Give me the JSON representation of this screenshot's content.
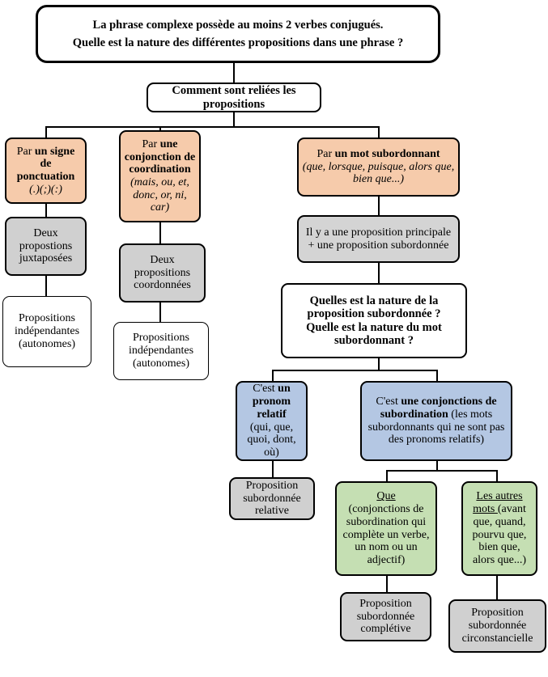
{
  "diagram": {
    "title_line1": "La phrase complexe possède au moins 2 verbes conjugués.",
    "title_line2": "Quelle est la nature des différentes propositions dans une phrase ?",
    "question_linking": "Comment sont reliées les propositions",
    "branch_punctuation": {
      "lead": "Par ",
      "strong": "un signe de ponctuation",
      "examples": "(.)(;)(:)"
    },
    "branch_coordination": {
      "lead": "Par ",
      "strong": "une conjonction de coordination",
      "examples": "(mais, ou, et, donc, or, ni, car)"
    },
    "branch_subordination": {
      "lead": "Par ",
      "strong": "un mot subordonnant",
      "examples": "(que, lorsque, puisque, alors que, bien que...)"
    },
    "juxtaposed": "Deux propostions juxtaposées",
    "coordinated": "Deux propositions coordonnées",
    "independent_left": "Propositions indépendantes (autonomes)",
    "independent_right": "Propositions indépendantes (autonomes)",
    "main_plus_sub": "Il y a une proposition principale  + une proposition  subordonnée",
    "question_nature_l1": "Quelles est la nature de la",
    "question_nature_l2": "proposition subordonnée ?",
    "question_nature_l3": "Quelle est la nature du mot",
    "question_nature_l4": "subordonnant ?",
    "relative_pronoun": {
      "lead": "C'est ",
      "strong": "un pronom relatif",
      "examples": "(qui, que, quoi, dont, où)"
    },
    "subordinating_conjunction": {
      "lead": "C'est ",
      "strong": "une conjonctions de subordination",
      "examples": " (les mots subordonnants  qui ne sont pas des pronoms relatifs)"
    },
    "que_box": {
      "title": "Que",
      "body": "(conjonctions de subordination qui complète un verbe, un nom ou un adjectif)"
    },
    "other_words_box": {
      "title": "Les autres mots ",
      "body": "(avant que, quand, pourvu que, bien que, alors que...)"
    },
    "result_relative": "Proposition subordonnée relative",
    "result_completive": "Proposition subordonnée complétive",
    "result_circumstantial": "Proposition subordonnée circonstancielle"
  },
  "colors": {
    "orange": "#f6cbab",
    "gray": "#d0d0d0",
    "blue": "#b4c7e3",
    "green": "#c5dfb3",
    "white": "#ffffff",
    "stroke": "#000000"
  }
}
